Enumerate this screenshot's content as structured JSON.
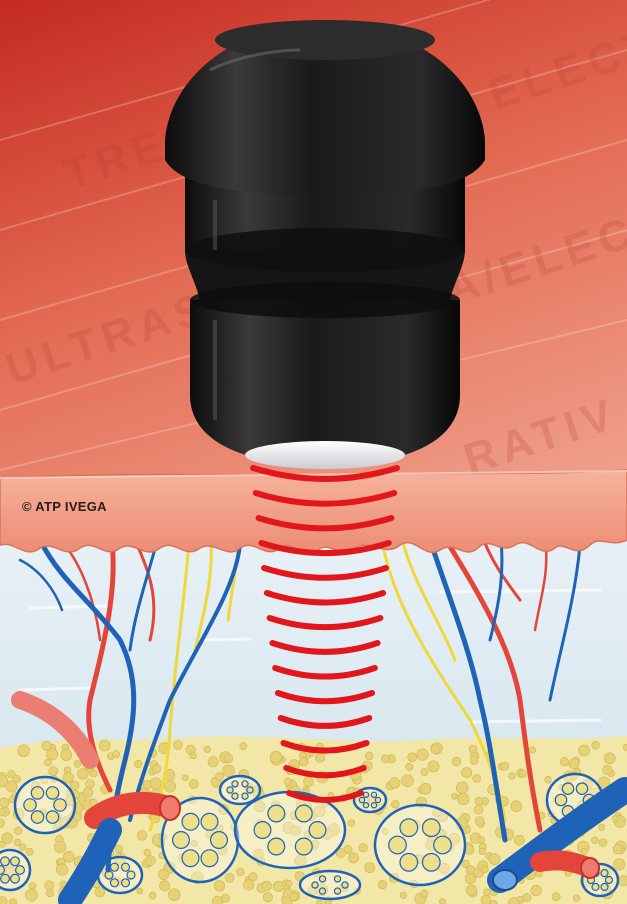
{
  "credit": "© ATP IVEGA",
  "background_words": [
    "TRE",
    "ELECT",
    "ULTRAS",
    "A/ELEC",
    "RATIV"
  ],
  "colors": {
    "background_top": "#c42a20",
    "background_bottom": "#f6b8a2",
    "skin": "#f3a087",
    "dermis": "#dceaf2",
    "fat": "#f2e7a6",
    "artery": "#e4453a",
    "vein": "#1e63b8",
    "nerve": "#f1d83a",
    "probe": "#1b1b1b",
    "wave": "#e3161b"
  },
  "wave_rings": 14
}
